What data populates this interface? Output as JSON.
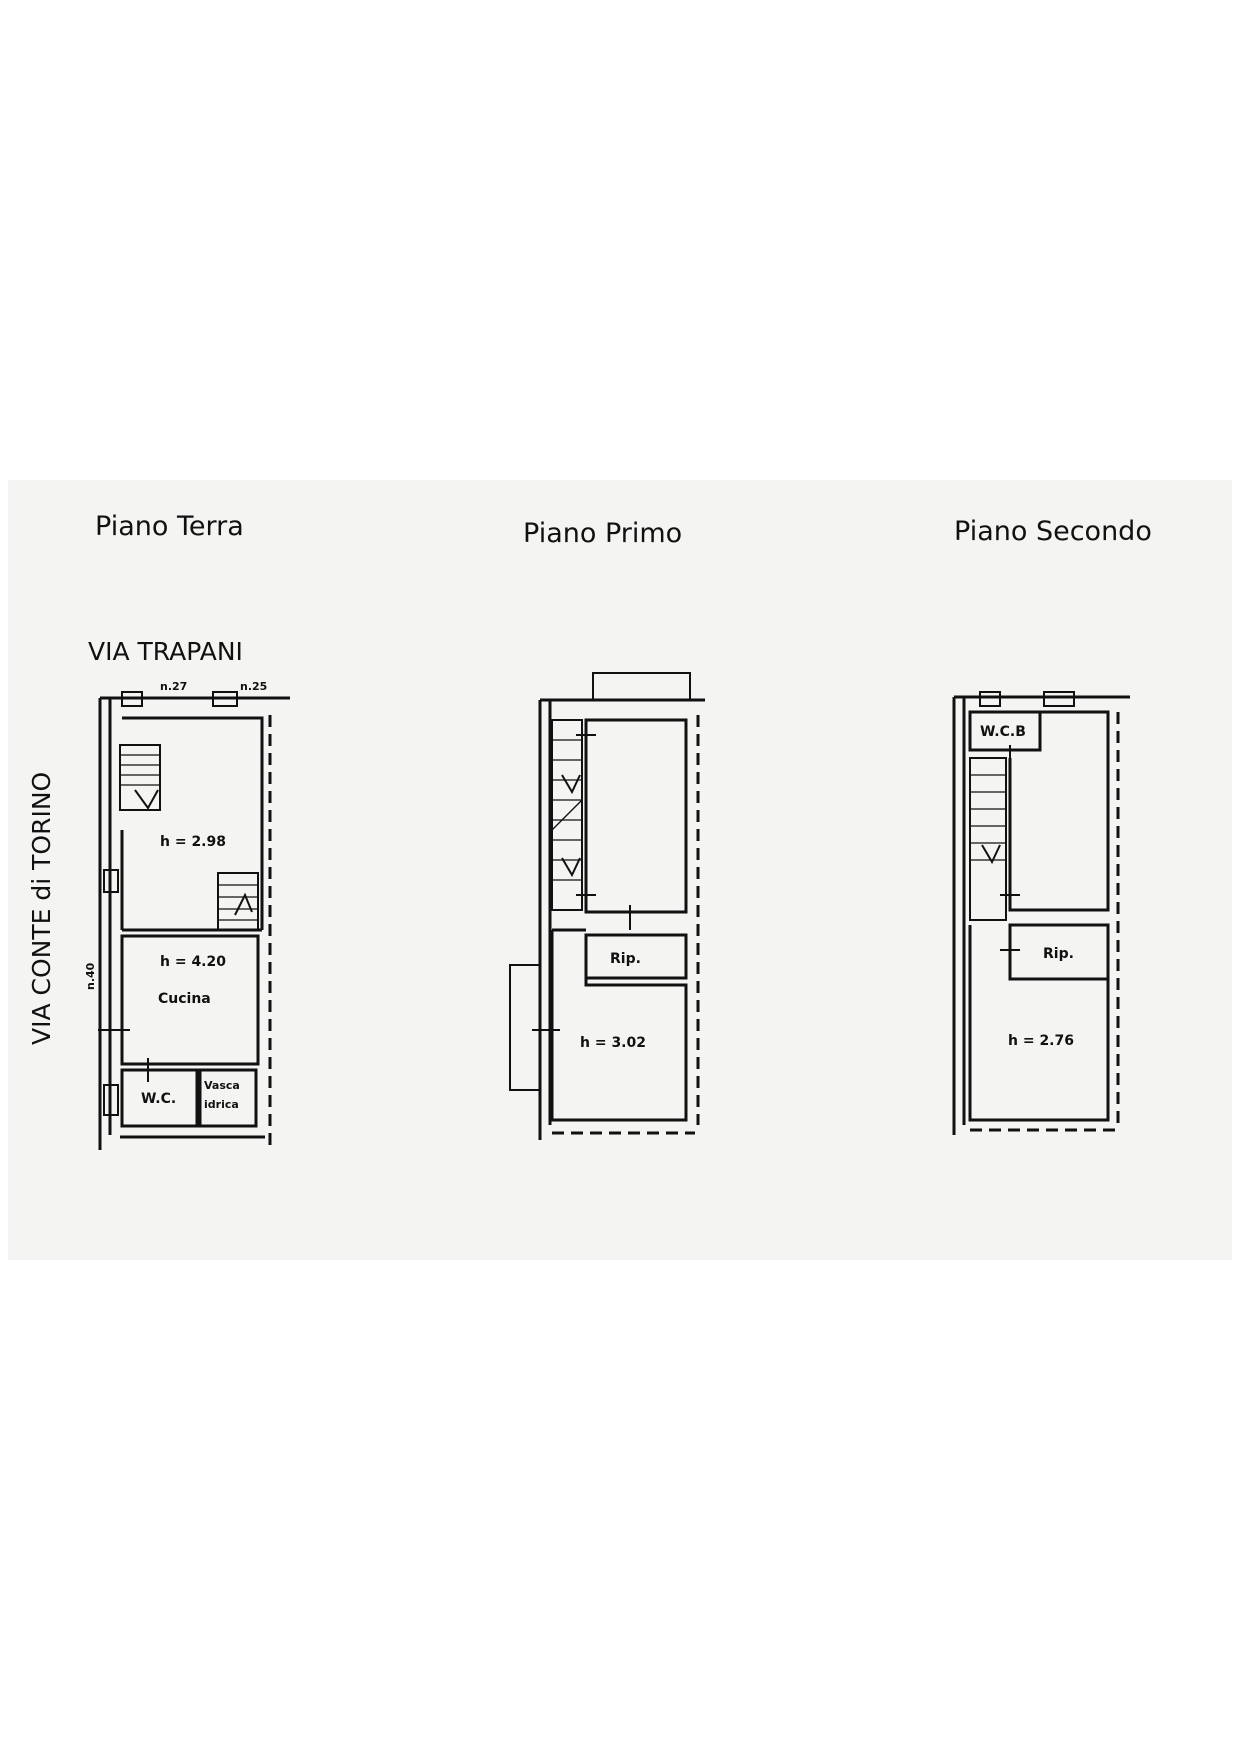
{
  "floors": [
    {
      "title": "Piano Terra"
    },
    {
      "title": "Piano Primo"
    },
    {
      "title": "Piano Secondo"
    }
  ],
  "streets": {
    "top": "VIA TRAPANI",
    "left": "VIA CONTE di TORINO"
  },
  "civic_numbers": [
    "n.27",
    "n.25",
    "n.40"
  ],
  "ground_floor": {
    "upper_room_height": "h = 2.98",
    "kitchen_height": "h = 4.20",
    "kitchen_label": "Cucina",
    "wc_label": "W.C.",
    "tank_label_line1": "Vasca",
    "tank_label_line2": "idrica"
  },
  "first_floor": {
    "storage_label": "Rip.",
    "lower_room_height": "h = 3.02"
  },
  "second_floor": {
    "bath_label": "W.C.B",
    "storage_label": "Rip.",
    "lower_room_height": "h = 2.76"
  }
}
